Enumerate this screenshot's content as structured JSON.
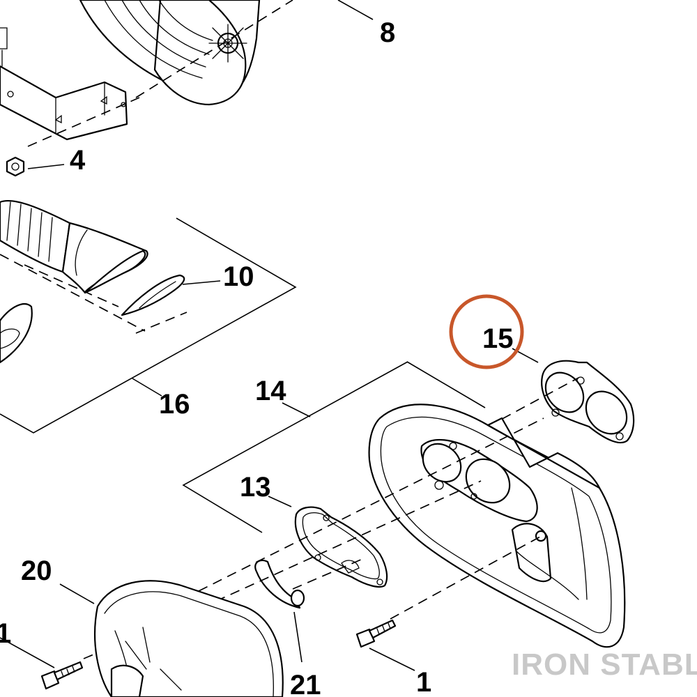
{
  "diagram": {
    "callouts": {
      "c8": "8",
      "c4": "4",
      "c10": "10",
      "c16": "16",
      "c15": "15",
      "c14": "14",
      "c13": "13",
      "c20": "20",
      "c1left": "1",
      "c21": "21",
      "c1": "1"
    },
    "highlighted_callout": "15",
    "highlight_color": "#c8572a",
    "watermark": "IRON STABLE"
  }
}
